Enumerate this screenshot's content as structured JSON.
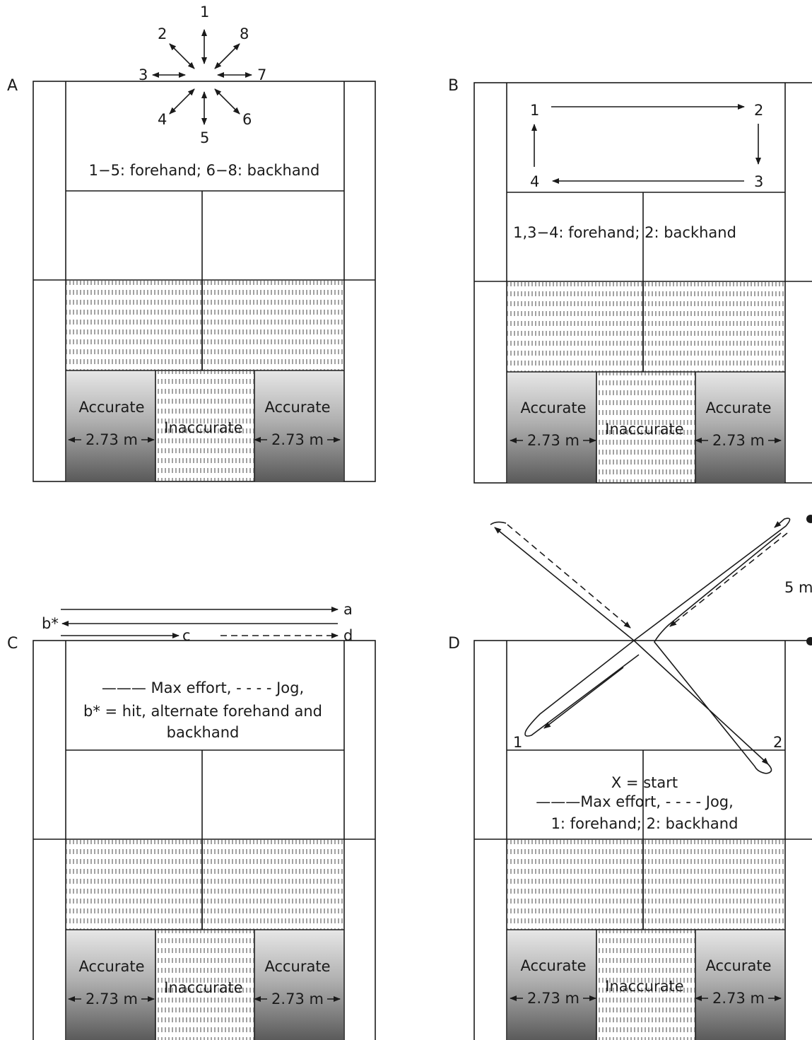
{
  "panels": {
    "a": {
      "letter": "A",
      "directions": [
        "1",
        "2",
        "3",
        "4",
        "5",
        "6",
        "7",
        "8"
      ],
      "note": "1−5: forehand; 6−8: backhand"
    },
    "b": {
      "letter": "B",
      "corners": [
        "1",
        "2",
        "3",
        "4"
      ],
      "note": "1,3−4: forehand; 2: backhand"
    },
    "c": {
      "letter": "C",
      "marks": [
        "a",
        "b*",
        "c",
        "d"
      ],
      "legend_line1": "——— Max effort,   - - - - Jog,",
      "legend_line2": "b* = hit, alternate forehand and",
      "legend_line3": "backhand"
    },
    "d": {
      "letter": "D",
      "distance": "5 m",
      "end1": "1",
      "end2": "2",
      "note_line1": "X = start",
      "note_line2": "———Max effort,   - - - - Jog,",
      "note_line3": "1: forehand; 2: backhand"
    }
  },
  "zones": {
    "accurate": "Accurate",
    "inaccurate": "Inaccurate",
    "width": "2.73 m"
  }
}
